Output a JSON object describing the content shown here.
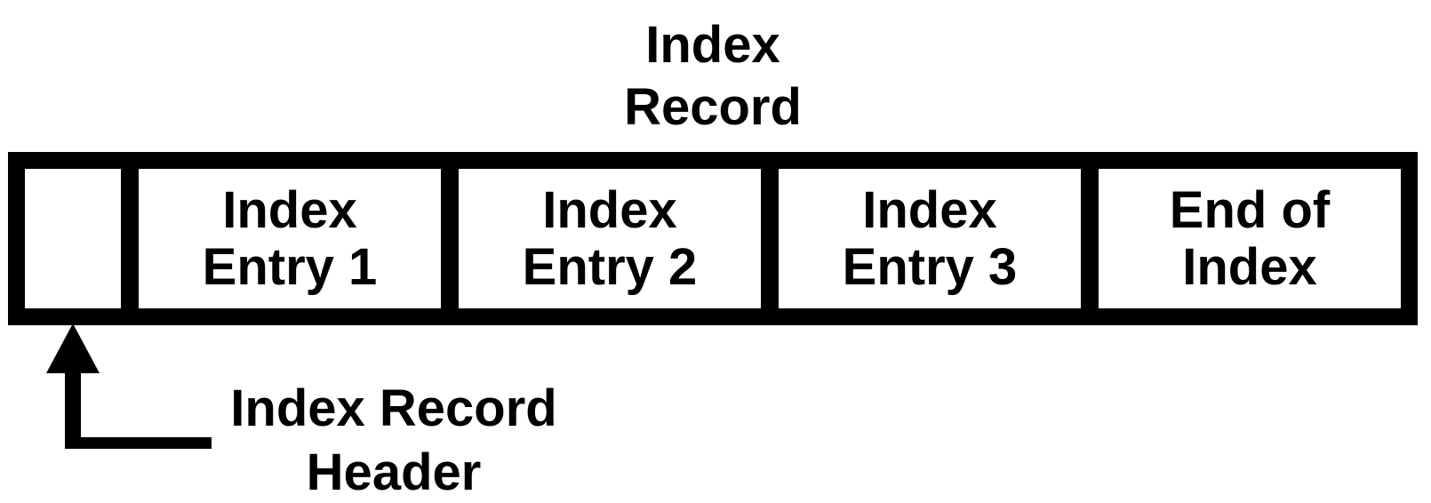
{
  "diagram": {
    "title": {
      "line1": "Index",
      "line2": "Record"
    },
    "record_box": {
      "header_cell": {
        "label": ""
      },
      "cells": [
        {
          "line1": "Index",
          "line2": "Entry 1"
        },
        {
          "line1": "Index",
          "line2": "Entry 2"
        },
        {
          "line1": "Index",
          "line2": "Entry 3"
        },
        {
          "line1": "End of",
          "line2": "Index"
        }
      ]
    },
    "annotation": {
      "line1": "Index Record",
      "line2": "Header"
    },
    "colors": {
      "ink": "#000000",
      "background": "#ffffff"
    }
  }
}
